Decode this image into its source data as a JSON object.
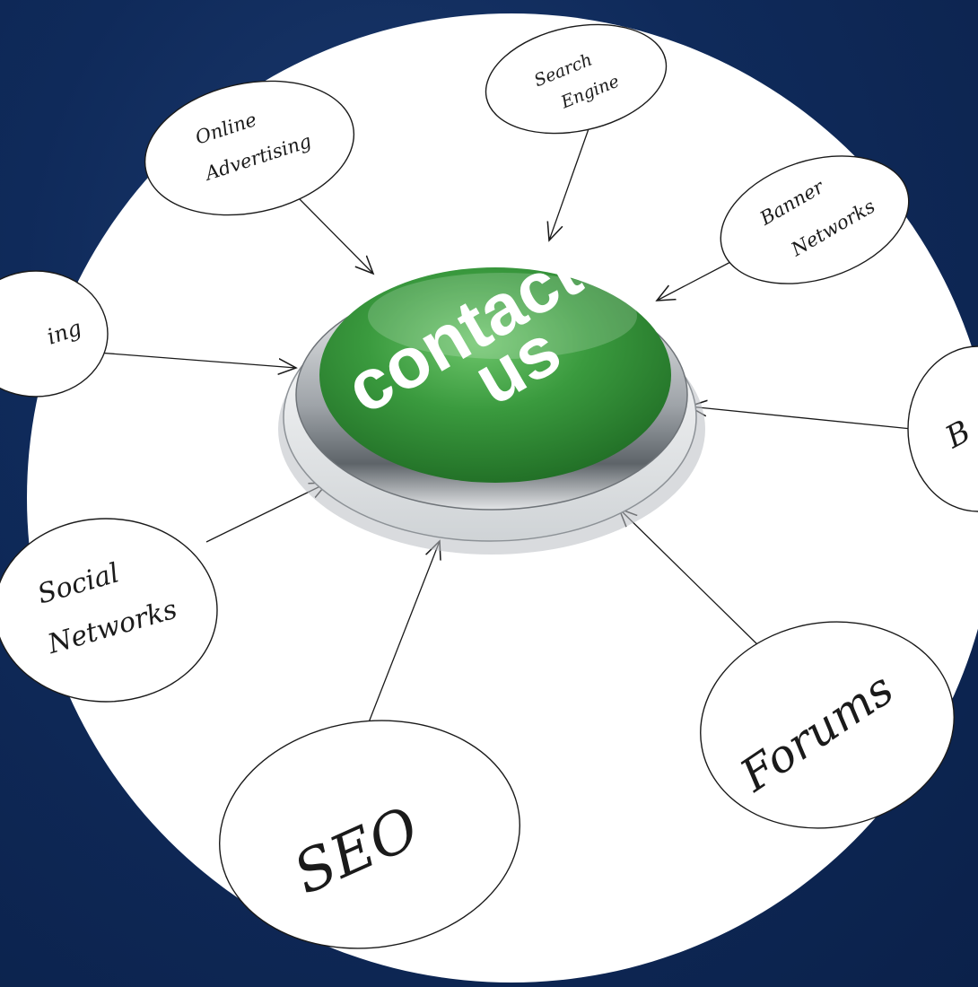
{
  "colors": {
    "background": "#0f2a5a",
    "circle": "#ffffff",
    "button_green": "#3a9a3e",
    "button_rim": "#c9ccd0",
    "ink": "#1a1a1a"
  },
  "button": {
    "line1": "contact",
    "line2": "us"
  },
  "nodes": {
    "search_engine": [
      "Search",
      "Engine"
    ],
    "online_advertising": [
      "Online",
      "Advertising"
    ],
    "banner_networks": [
      "Banner",
      "Networks"
    ],
    "left_partial": "ing",
    "right_partial": "B",
    "social_networks": [
      "Social",
      "Networks"
    ],
    "seo": "SEO",
    "forums": "Forums"
  }
}
